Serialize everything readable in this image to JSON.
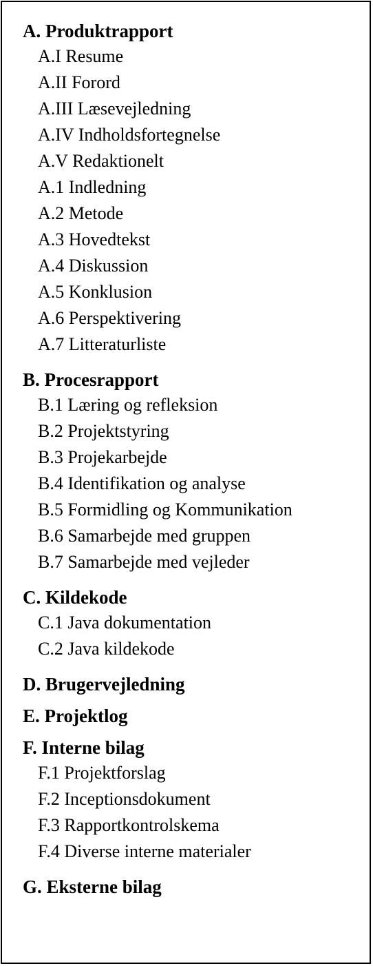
{
  "sections": [
    {
      "title": "A. Produktrapport",
      "items": [
        "A.I Resume",
        "A.II Forord",
        "A.III Læsevejledning",
        "A.IV Indholdsfortegnelse",
        "A.V Redaktionelt",
        "A.1 Indledning",
        "A.2 Metode",
        "A.3 Hovedtekst",
        "A.4 Diskussion",
        "A.5 Konklusion",
        "A.6 Perspektivering",
        "A.7 Litteraturliste"
      ]
    },
    {
      "title": "B. Procesrapport",
      "items": [
        "B.1 Læring og refleksion",
        "B.2 Projektstyring",
        "B.3 Projekarbejde",
        "B.4 Identifikation og analyse",
        "B.5 Formidling og Kommunikation",
        "B.6 Samarbejde med gruppen",
        "B.7 Samarbejde med vejleder"
      ]
    },
    {
      "title": "C. Kildekode",
      "items": [
        "C.1 Java dokumentation",
        "C.2 Java kildekode"
      ]
    },
    {
      "title": "D. Brugervejledning",
      "items": []
    },
    {
      "title": "E. Projektlog",
      "items": []
    },
    {
      "title": "F. Interne bilag",
      "items": [
        "F.1 Projektforslag",
        "F.2 Inceptionsdokument",
        "F.3 Rapportkontrolskema",
        "F.4 Diverse interne materialer"
      ]
    },
    {
      "title": "G. Eksterne bilag",
      "items": []
    }
  ]
}
